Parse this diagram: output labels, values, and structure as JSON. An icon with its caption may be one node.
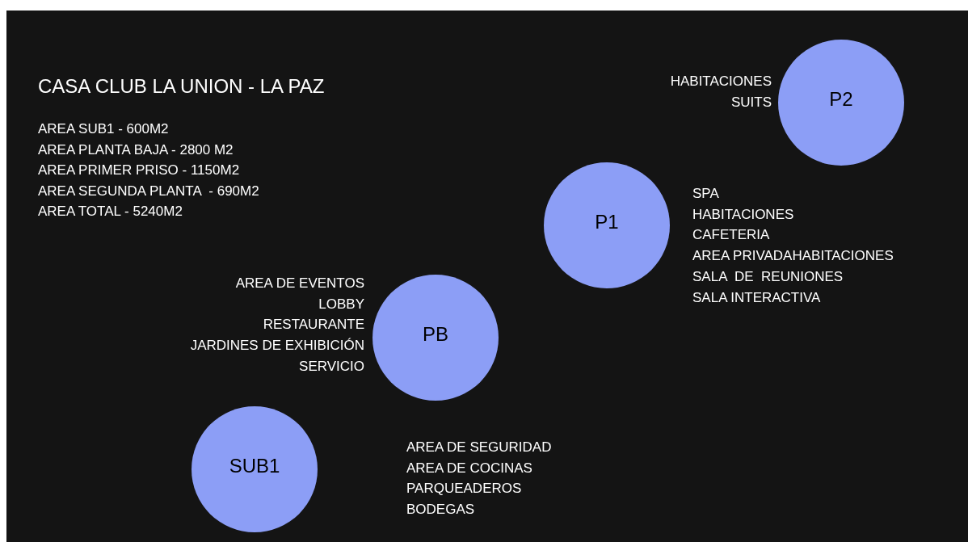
{
  "diagram": {
    "title": "CASA CLUB LA UNION - LA PAZ",
    "nodes": [
      {
        "text": [
          "P2"
        ],
        "beside": [
          "HABITACIONES",
          "SUITS"
        ]
      },
      {
        "text": [
          "P1"
        ],
        "beside": [
          "SPA",
          "HABITACIONES",
          "CAFETERIA",
          "AREA PRIVADAHABITACIONES",
          "SALA  DE  REUNIONES",
          "SALA INTERACTIVA"
        ]
      },
      {
        "text": [
          "PB"
        ],
        "beside": [
          "AREA DE EVENTOS",
          "LOBBY",
          "RESTAURANTE",
          "JARDINES DE EXHIBICIÓN",
          "SERVICIO"
        ]
      },
      {
        "text": [
          "SUB1"
        ],
        "beside": [
          "AREA DE SEGURIDAD",
          "AREA DE COCINAS",
          "PARQUEADEROS",
          "BODEGAS"
        ]
      }
    ],
    "labels": [
      "AREA SUB1 - 600M2",
      "AREA PLANTA BAJA - 2800 M2",
      "AREA PRIMER PRISO - 1150M2",
      "AREA SEGUNDA PLANTA  - 690M2",
      "AREA TOTAL - 5240M2"
    ]
  }
}
